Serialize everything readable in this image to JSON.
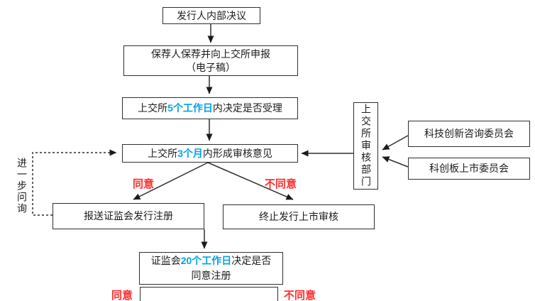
{
  "colors": {
    "border": "#2f2f2f",
    "text": "#1b1b1b",
    "blue": "#00a2e8",
    "red": "#ff2b2b"
  },
  "nodes": {
    "issuer_resolution": {
      "text": "发行人内部决议"
    },
    "sponsor_filing": {
      "line1": "保荐人保荐并向上交所申报",
      "line2": "（电子稿）"
    },
    "sse_acceptance": {
      "prefix": "上交所",
      "highlight": "5个工作日",
      "suffix": "内决定是否受理"
    },
    "sse_opinion": {
      "prefix": "上交所",
      "highlight": "3个月",
      "suffix": "内形成审核意见"
    },
    "sse_review_dept": {
      "text": "上交所审核部门"
    },
    "advisory_committee": {
      "text": "科技创新咨询委员会"
    },
    "listing_committee": {
      "text": "科创板上市委员会"
    },
    "csrc_registration": {
      "text": "报送证监会发行注册"
    },
    "terminate_review": {
      "text": "终止发行上市审核"
    },
    "csrc_decision": {
      "prefix": "证监会",
      "highlight": "20个工作日",
      "suffix": "决定是否同意注册"
    }
  },
  "labels": {
    "further_inquiry": "进一步问询",
    "agree_mid": "同意",
    "disagree_mid": "不同意",
    "agree_bottom": "同意",
    "disagree_bottom": "不同意"
  }
}
